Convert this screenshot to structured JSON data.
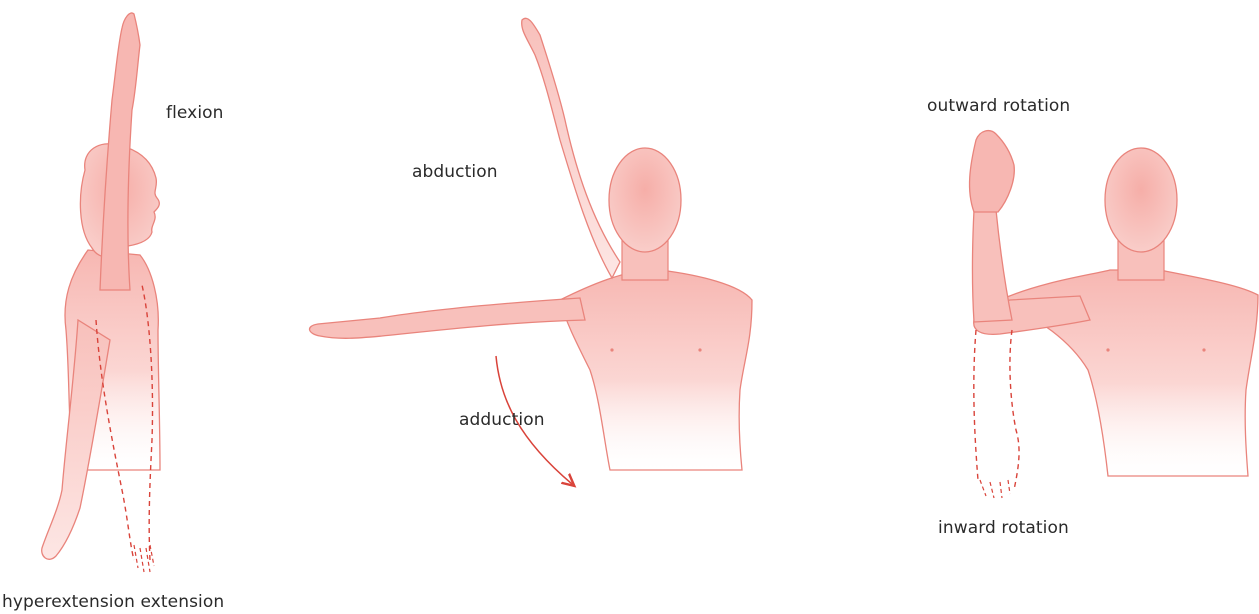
{
  "labels": {
    "flexion": "flexion",
    "abduction": "abduction",
    "adduction": "adduction",
    "outward_rotation": "outward rotation",
    "inward_rotation": "inward rotation",
    "hyperextension_extension": "hyperextension extension"
  },
  "colors": {
    "skin_fill": "#f9c8c4",
    "skin_stroke": "#e9847c",
    "dashed_outline": "#d9433a",
    "arrow": "#d9433a",
    "text": "#2a2a2a"
  }
}
